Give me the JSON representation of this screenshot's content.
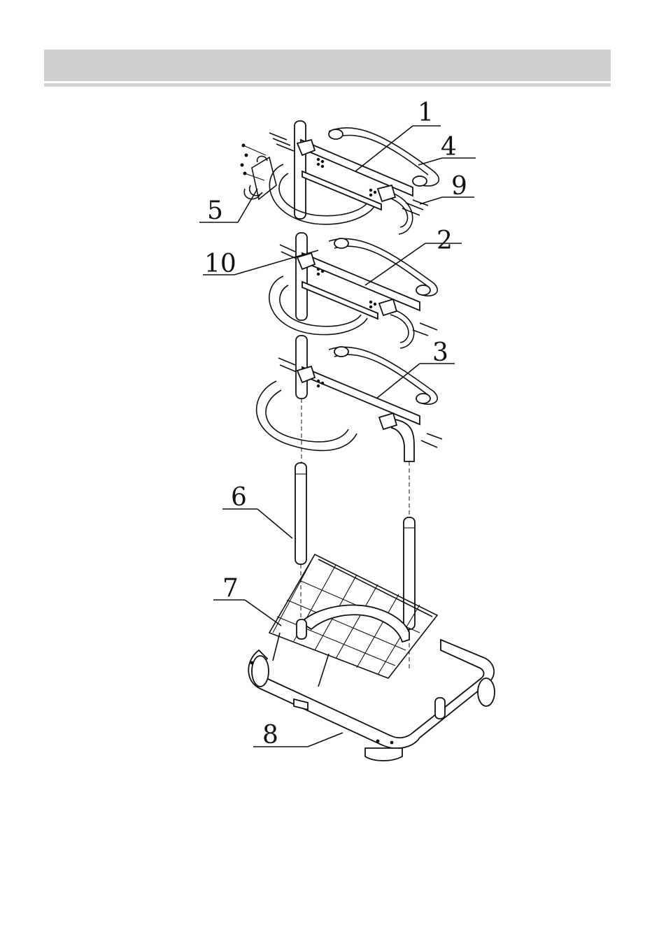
{
  "callouts": [
    {
      "id": "1",
      "label": "1"
    },
    {
      "id": "2",
      "label": "2"
    },
    {
      "id": "3",
      "label": "3"
    },
    {
      "id": "4",
      "label": "4"
    },
    {
      "id": "5",
      "label": "5"
    },
    {
      "id": "6",
      "label": "6"
    },
    {
      "id": "7",
      "label": "7"
    },
    {
      "id": "8",
      "label": "8"
    },
    {
      "id": "9",
      "label": "9"
    },
    {
      "id": "10",
      "label": "10"
    }
  ],
  "colors": {
    "header_band": "#cfcfcf",
    "line": "#111111",
    "background": "#ffffff"
  }
}
